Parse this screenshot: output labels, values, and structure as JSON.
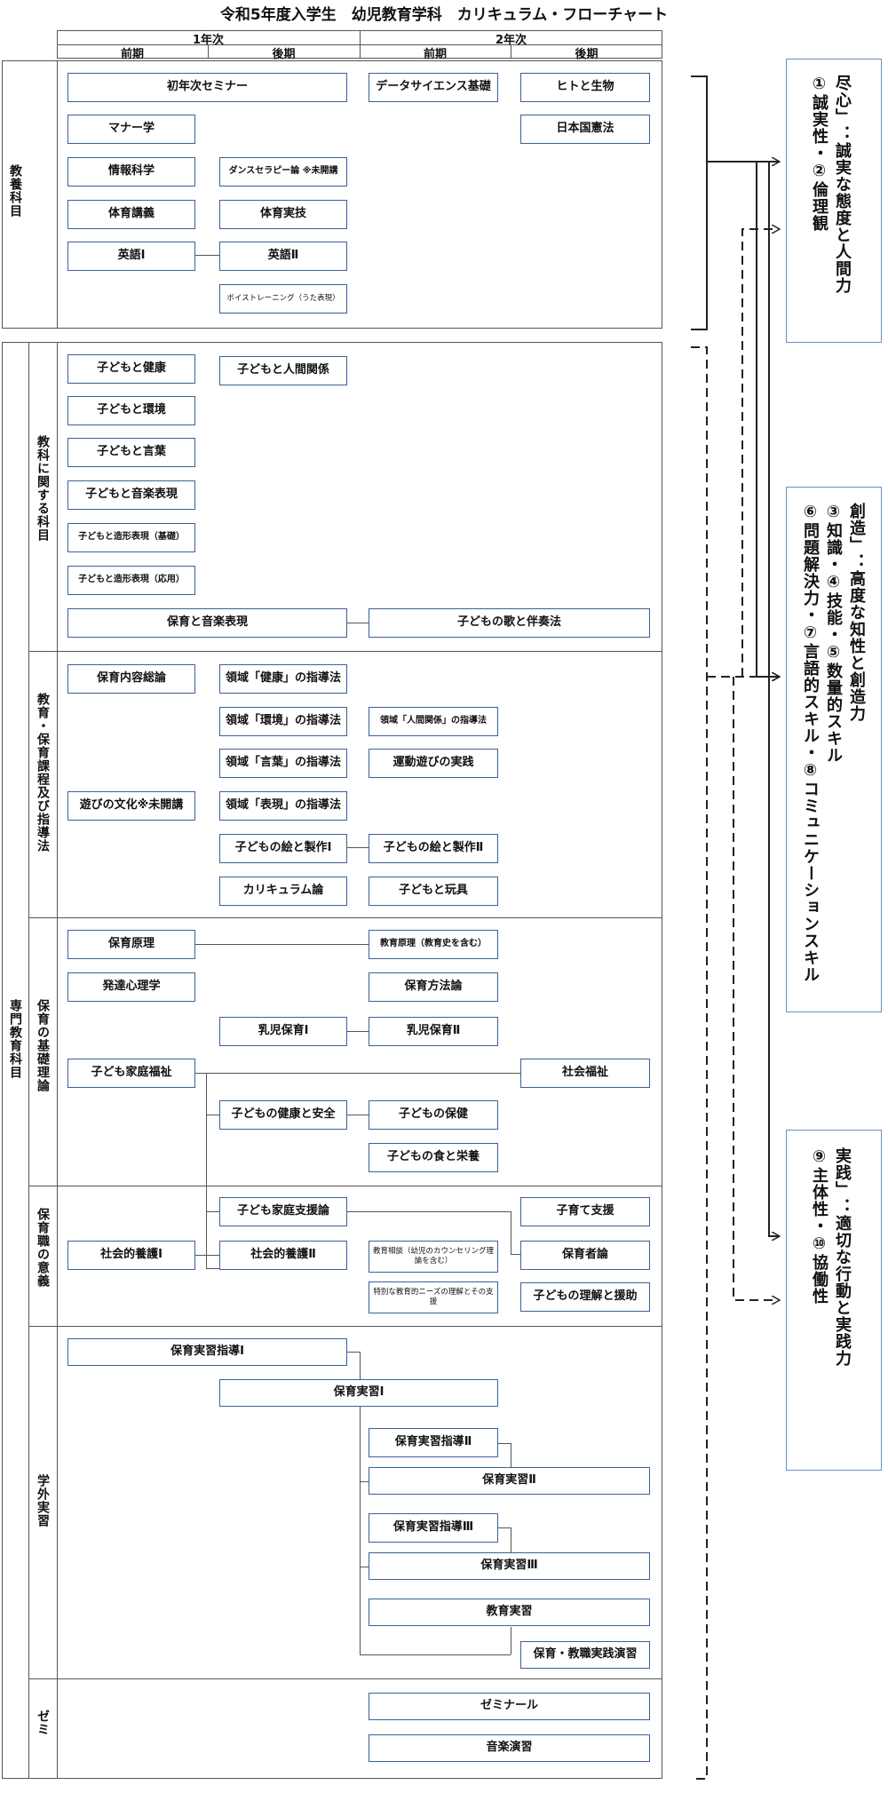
{
  "title": "令和5年度入学生　幼児教育学科　カリキュラム・フローチャート",
  "years": {
    "y1": "1年次",
    "y2": "2年次"
  },
  "terms": {
    "t1": "前期",
    "t2": "後期",
    "t3": "前期",
    "t4": "後期"
  },
  "categories": {
    "kyoyo": "教養科目",
    "senmon": "専門教育科目",
    "kyoka": "教科に関する科目",
    "katei": "教育・保育課程及び指導法",
    "kiso": "保育の基礎理論",
    "igi": "保育職の意義",
    "gakugai": "学外実習",
    "zemi": "ゼミ"
  },
  "courses": {
    "seminar": "初年次セミナー",
    "datasci": "データサイエンス基礎",
    "hito": "ヒトと生物",
    "manner": "マナー学",
    "kenpo": "日本国憲法",
    "joho": "情報科学",
    "dance": "ダンスセラピー論 ※未開講",
    "taiiku_kogi": "体育講義",
    "taiiku_jitsugi": "体育実技",
    "eigo1": "英語Ⅰ",
    "eigo2": "英語Ⅱ",
    "voice": "ボイストレーニング（うた表現）",
    "kenko": "子どもと健康",
    "ningen": "子どもと人間関係",
    "kankyo": "子どもと環境",
    "gengo": "子どもと言葉",
    "ongaku": "子どもと音楽表現",
    "zokei_kiso": "子どもと造形表現（基礎）",
    "zokei_oyo": "子どもと造形表現（応用）",
    "hoiku_ongaku": "保育と音楽表現",
    "uta": "子どもの歌と伴奏法",
    "naiyo": "保育内容総論",
    "r_kenko": "領域「健康」の指導法",
    "r_kankyo": "領域「環境」の指導法",
    "r_ningen": "領域「人間関係」の指導法",
    "r_gengo": "領域「言葉」の指導法",
    "undo": "運動遊びの実践",
    "asobi": "遊びの文化※未開講",
    "r_hyogen": "領域「表現」の指導法",
    "e1": "子どもの絵と製作Ⅰ",
    "e2": "子どもの絵と製作Ⅱ",
    "curriculum": "カリキュラム論",
    "gangu": "子どもと玩具",
    "hoiku_genri": "保育原理",
    "kyoiku_genri": "教育原理（教育史を含む）",
    "hattatsu": "発達心理学",
    "hoho": "保育方法論",
    "nyuji1": "乳児保育Ⅰ",
    "nyuji2": "乳児保育Ⅱ",
    "katei_fukushi": "子ども家庭福祉",
    "shakai_fukushi": "社会福祉",
    "anzen": "子どもの健康と安全",
    "hoken": "子どもの保健",
    "shoku": "子どもの食と栄養",
    "katei_shien": "子ども家庭支援論",
    "kosodate": "子育て支援",
    "yogo1": "社会的養護Ⅰ",
    "yogo2": "社会的養護Ⅱ",
    "sodan": "教育相談（幼児のカウンセリング理論を含む）",
    "hogosha": "保育者論",
    "tokubetsu": "特別な教育的ニーズの理解とその支援",
    "rikai": "子どもの理解と援助",
    "shido1": "保育実習指導Ⅰ",
    "jisshu1": "保育実習Ⅰ",
    "shido2": "保育実習指導Ⅱ",
    "jisshu2": "保育実習Ⅱ",
    "shido3": "保育実習指導Ⅲ",
    "jisshu3": "保育実習Ⅲ",
    "kyoiku_jisshu": "教育実習",
    "enshu": "保育・教職実践演習",
    "seminar_zemi": "ゼミナール",
    "ongaku_enshu": "音楽演習"
  },
  "goals": {
    "g1a": "尽心」：誠実な態度と人間力",
    "g1b": "①誠実性・②倫理観",
    "g2a": "創造」：高度な知性と創造力",
    "g2b": "③知識・④技能・⑤数量的スキル",
    "g2c": "⑥問題解決力・⑦言語的スキル・⑧コミュニケーションスキル",
    "g3a": "実践」：適切な行動と実践力",
    "g3b": "⑨主体性・⑩協働性"
  }
}
